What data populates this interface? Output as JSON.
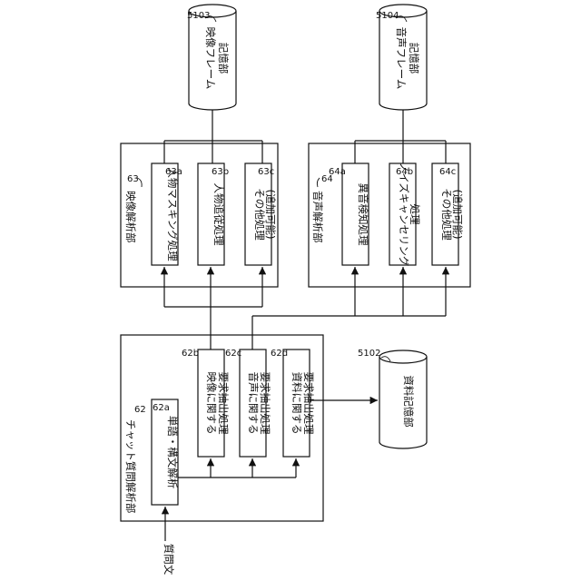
{
  "input": {
    "label": "質問文"
  },
  "chat_unit": {
    "title": "チャット質問解析部",
    "ref": "62",
    "word_parse": {
      "label": "単語・構文解析",
      "ref": "62a"
    },
    "video_req": {
      "line1": "映像に関する",
      "line2": "要求抽出処理",
      "ref": "62b"
    },
    "audio_req": {
      "line1": "音声に関する",
      "line2": "要求抽出処理",
      "ref": "62c"
    },
    "doc_req": {
      "line1": "資料に関する",
      "line2": "要求抽出処理",
      "ref": "62d"
    }
  },
  "video_unit": {
    "title": "映像解析部",
    "ref": "63",
    "masking": {
      "label": "人物マスキング処理",
      "ref": "63a"
    },
    "tracking": {
      "label": "人物追従処理",
      "ref": "63b"
    },
    "other": {
      "line1": "その他処理",
      "line2": "(追加可能)",
      "ref": "63c"
    }
  },
  "audio_unit": {
    "title": "音声解析部",
    "ref": "64",
    "abnormal": {
      "label": "異音検知処理",
      "ref": "64a"
    },
    "noise": {
      "line1": "ノイズキャンセリング",
      "line2": "処理",
      "ref": "64b"
    },
    "other": {
      "line1": "その他処理",
      "line2": "(追加可能)",
      "ref": "64c"
    }
  },
  "storages": {
    "video_frame": {
      "line1": "映像フレーム",
      "line2": "記憶部",
      "ref": "5103"
    },
    "audio_frame": {
      "line1": "音声フレーム",
      "line2": "記憶部",
      "ref": "5104"
    },
    "document": {
      "label": "資料記憶部",
      "ref": "5102"
    }
  }
}
